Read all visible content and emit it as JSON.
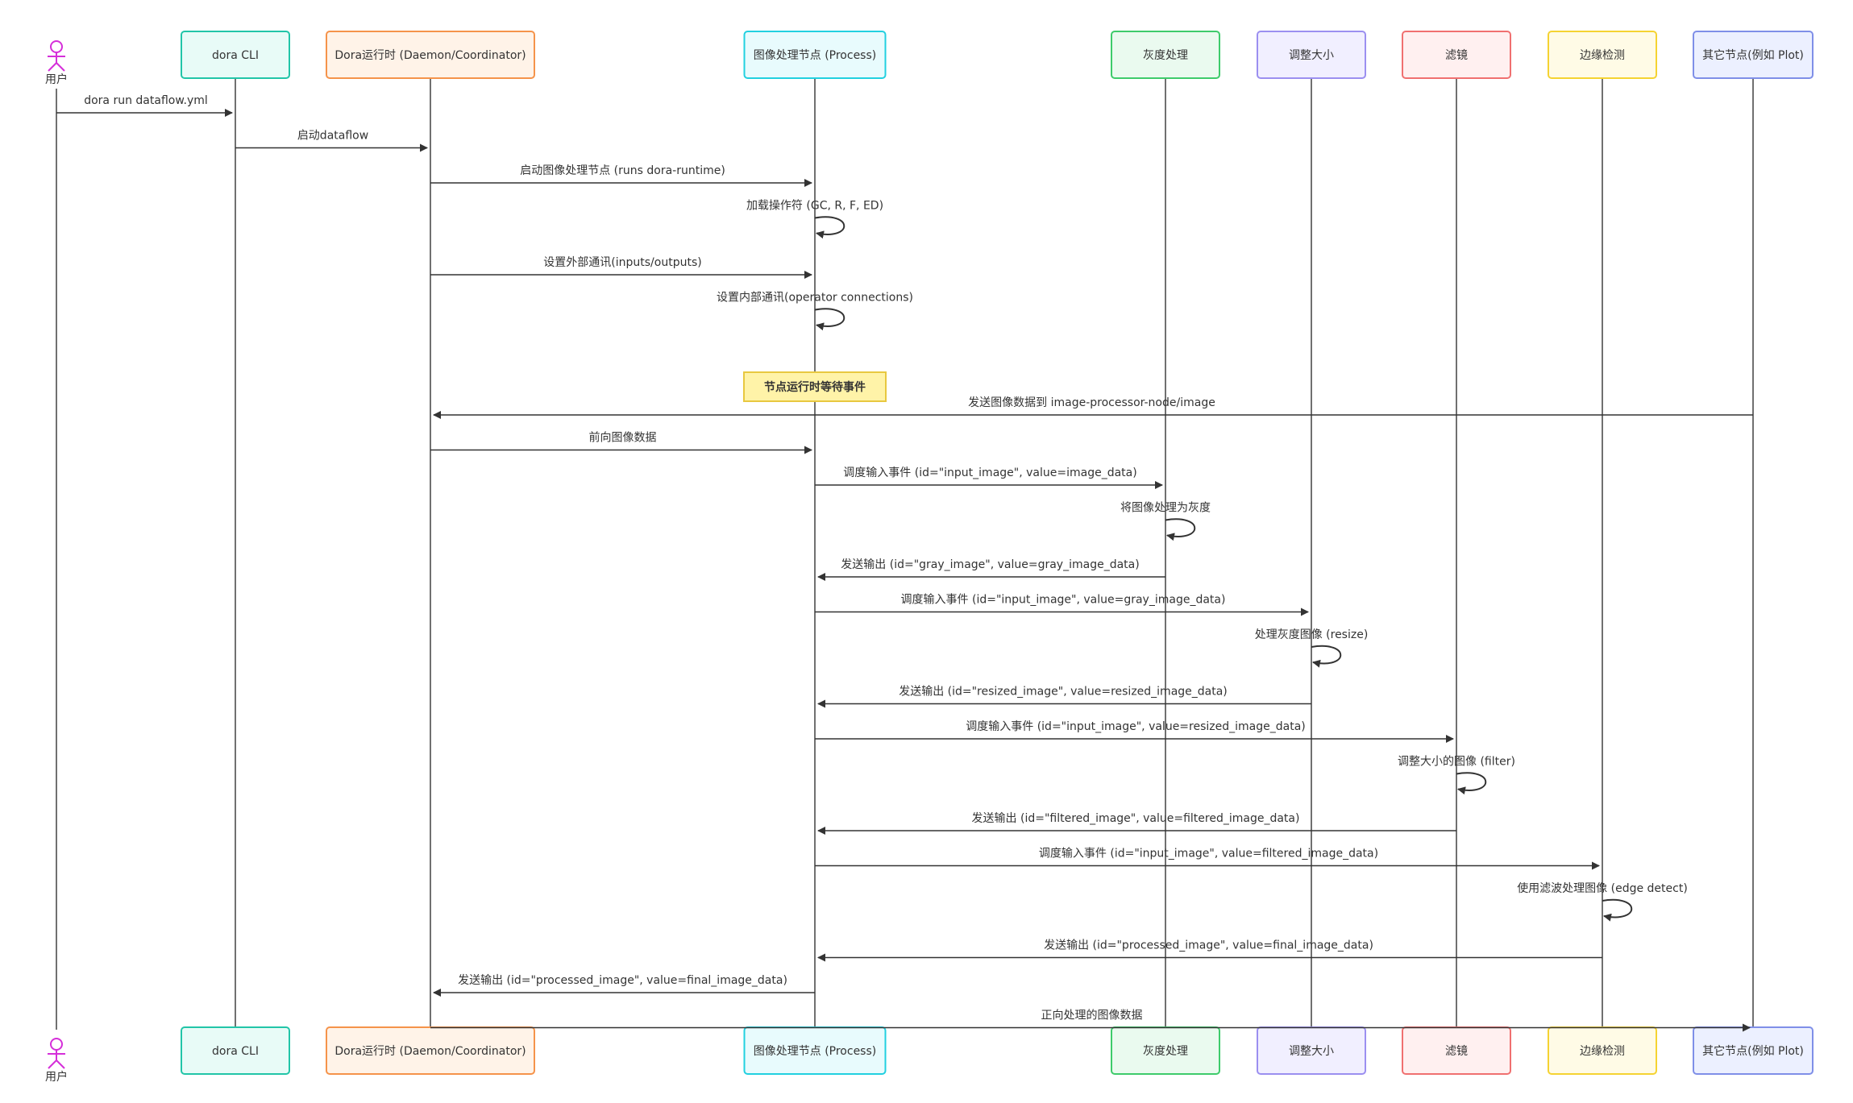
{
  "actor": {
    "label": "用户",
    "color": "#d52fd9"
  },
  "participants": [
    {
      "id": "cli",
      "label": "dora CLI",
      "fill": "#e8fbf7",
      "stroke": "#22c5a8",
      "icon": "none"
    },
    {
      "id": "daemon",
      "label": "Dora运行时 (Daemon/Coordinator)",
      "fill": "#fff3e8",
      "stroke": "#f5934a",
      "icon": "none"
    },
    {
      "id": "node",
      "label": "图像处理节点 (Process)",
      "fill": "#e8fbfd",
      "stroke": "#22d0e0",
      "icon": "none"
    },
    {
      "id": "gc",
      "label": "灰度处理",
      "fill": "#eafaef",
      "stroke": "#3ecb6b",
      "icon": "none"
    },
    {
      "id": "r",
      "label": "调整大小",
      "fill": "#f1efff",
      "stroke": "#9b8ff0",
      "icon": "none"
    },
    {
      "id": "f",
      "label": "滤镜",
      "fill": "#fff0f0",
      "stroke": "#f07070",
      "icon": "none"
    },
    {
      "id": "ed",
      "label": "边缘检测",
      "fill": "#fffbe6",
      "stroke": "#f5d332",
      "icon": "none"
    },
    {
      "id": "other",
      "label": "其它节点(例如 Plot)",
      "fill": "#ecf0ff",
      "stroke": "#7f8fe8",
      "icon": "none"
    }
  ],
  "note": {
    "label": "节点运行时等待事件",
    "over": "node",
    "fill": "#fff3a8",
    "stroke": "#e8c840"
  },
  "messages": [
    {
      "from": "user",
      "to": "cli",
      "label": "dora run dataflow.yml"
    },
    {
      "from": "cli",
      "to": "daemon",
      "label": "启动dataflow"
    },
    {
      "from": "daemon",
      "to": "node",
      "label": "启动图像处理节点 (runs dora-runtime)"
    },
    {
      "from": "node",
      "to": "node",
      "label": "加载操作符 (GC, R, F, ED)"
    },
    {
      "from": "daemon",
      "to": "node",
      "label": "设置外部通讯(inputs/outputs)"
    },
    {
      "from": "node",
      "to": "node",
      "label": "设置内部通讯(operator connections)"
    },
    {
      "note": true
    },
    {
      "from": "other",
      "to": "daemon",
      "label": "发送图像数据到 image-processor-node/image"
    },
    {
      "from": "daemon",
      "to": "node",
      "label": "前向图像数据"
    },
    {
      "from": "node",
      "to": "gc",
      "label": "调度输入事件 (id=\"input_image\", value=image_data)"
    },
    {
      "from": "gc",
      "to": "gc",
      "label": "将图像处理为灰度"
    },
    {
      "from": "gc",
      "to": "node",
      "label": "发送输出 (id=\"gray_image\", value=gray_image_data)"
    },
    {
      "from": "node",
      "to": "r",
      "label": "调度输入事件 (id=\"input_image\", value=gray_image_data)"
    },
    {
      "from": "r",
      "to": "r",
      "label": "处理灰度图像 (resize)"
    },
    {
      "from": "r",
      "to": "node",
      "label": "发送输出 (id=\"resized_image\", value=resized_image_data)"
    },
    {
      "from": "node",
      "to": "f",
      "label": "调度输入事件 (id=\"input_image\", value=resized_image_data)"
    },
    {
      "from": "f",
      "to": "f",
      "label": "调整大小的图像 (filter)"
    },
    {
      "from": "f",
      "to": "node",
      "label": "发送输出 (id=\"filtered_image\", value=filtered_image_data)"
    },
    {
      "from": "node",
      "to": "ed",
      "label": "调度输入事件 (id=\"input_image\", value=filtered_image_data)"
    },
    {
      "from": "ed",
      "to": "ed",
      "label": "使用滤波处理图像 (edge detect)"
    },
    {
      "from": "ed",
      "to": "node",
      "label": "发送输出 (id=\"processed_image\", value=final_image_data)"
    },
    {
      "from": "node",
      "to": "daemon",
      "label": "发送输出 (id=\"processed_image\", value=final_image_data)"
    },
    {
      "from": "daemon",
      "to": "other",
      "label": "正向处理的图像数据"
    }
  ],
  "colors": {
    "line": "#333333",
    "text": "#333333"
  }
}
